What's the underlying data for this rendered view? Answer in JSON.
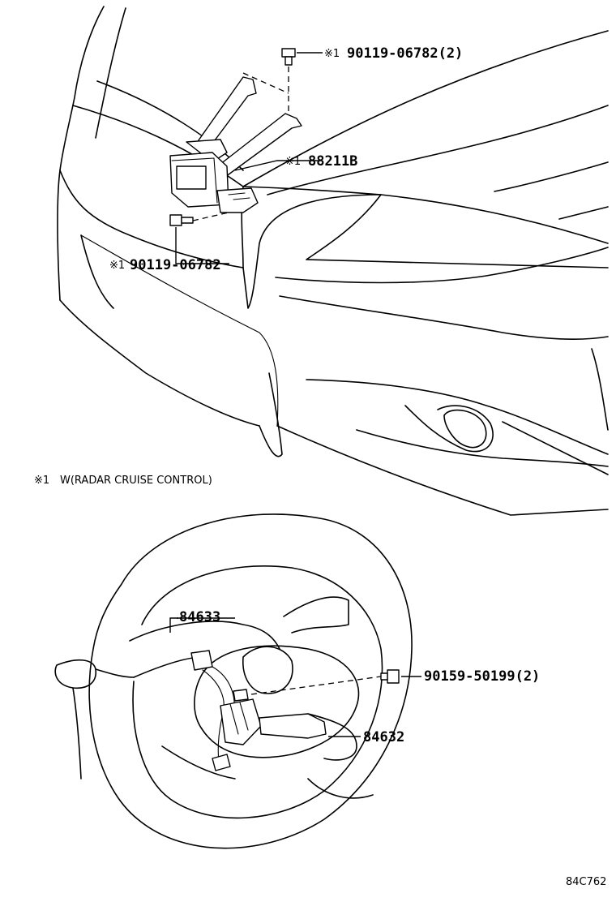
{
  "callouts": {
    "bolt_top": {
      "mark": "※1",
      "part_no": "90119-06782(2)"
    },
    "sensor": {
      "mark": "※1",
      "part_no": "88211B"
    },
    "bolt_lower": {
      "mark": "※1",
      "part_no": "90119-06782"
    },
    "switch_left": {
      "part_no": "84633"
    },
    "screw_wheel": {
      "part_no": "90159-50199(2)"
    },
    "switch_right": {
      "part_no": "84632"
    }
  },
  "note": {
    "mark": "※1",
    "text": "W(RADAR CRUISE CONTROL)"
  },
  "figure_code": "84C762"
}
